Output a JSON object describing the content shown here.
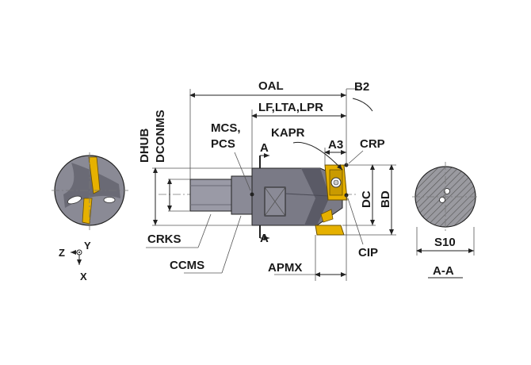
{
  "labels": {
    "oal": "OAL",
    "b2": "B2",
    "lf_lta_lpr": "LF,LTA,LPR",
    "dhub": "DHUB",
    "dconms": "DCONMS",
    "mcs_pcs_1": "MCS,",
    "mcs_pcs_2": "PCS",
    "kapr": "KAPR",
    "a_top": "A",
    "a3": "A3",
    "crp": "CRP",
    "dc": "DC",
    "bd": "BD",
    "a_bottom": "A",
    "crks": "CRKS",
    "ccms": "CCMS",
    "apmx": "APMX",
    "cip": "CIP",
    "s10": "S10",
    "section": "A-A",
    "axis_z": "Z",
    "axis_y": "Y",
    "axis_x": "X"
  },
  "colors": {
    "body": "#7a7a86",
    "body_dark": "#4a4a55",
    "shank": "#9a9aa6",
    "insert": "#e6b100",
    "insert_dark": "#a67c00",
    "hatch": "#555555",
    "line": "#222222"
  }
}
